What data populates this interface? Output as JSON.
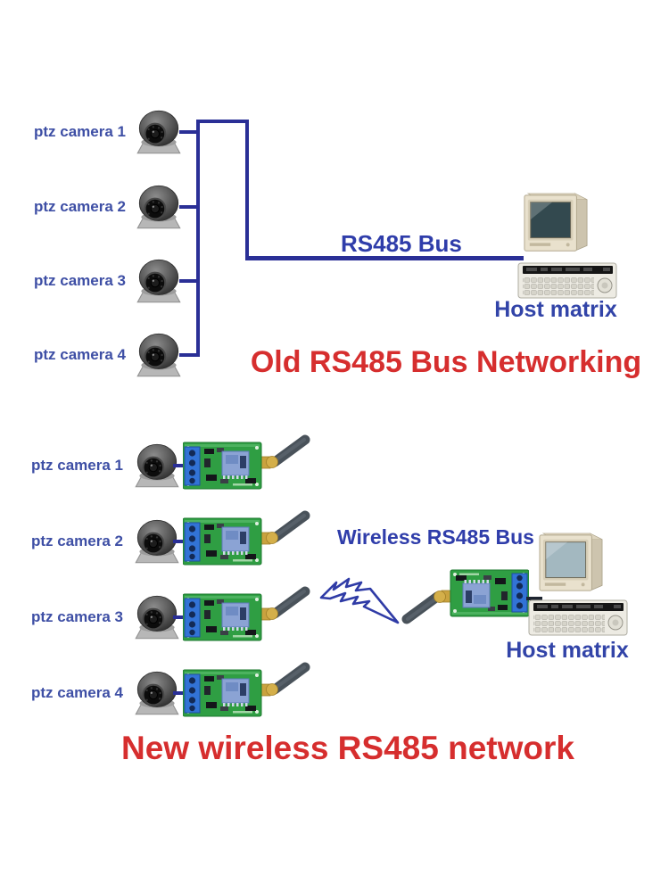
{
  "page": {
    "background": "#ffffff"
  },
  "colors": {
    "camera_label_blue": "#3e4fa5",
    "bus_line_navy": "#2a2f96",
    "bus_text_blue": "#2f3daa",
    "host_text_blue": "#3244a8",
    "title_red": "#d62e2e",
    "pcb_green": "#2f9e43",
    "terminal_blue": "#3273d6",
    "antenna_gray": "#49525a",
    "sma_gold": "#c9a23f"
  },
  "old_network": {
    "camera_labels": [
      "ptz camera 1",
      "ptz camera 2",
      "ptz camera 3",
      "ptz camera 4"
    ],
    "bus_label": "RS485 Bus",
    "host_label": "Host matrix",
    "title": "Old RS485 Bus Networking"
  },
  "new_network": {
    "camera_labels": [
      "ptz camera 1",
      "ptz camera 2",
      "ptz camera 3",
      "ptz camera 4"
    ],
    "bus_label": "Wireless RS485 Bus",
    "host_label": "Host matrix",
    "title": "New wireless RS485 network"
  },
  "icons": {
    "camera": "dome-camera-icon",
    "wireless_module": "rf-module-icon",
    "monitor": "crt-monitor-icon",
    "keyboard": "matrix-keyboard-icon",
    "lightning": "lightning-bolt-icon"
  }
}
